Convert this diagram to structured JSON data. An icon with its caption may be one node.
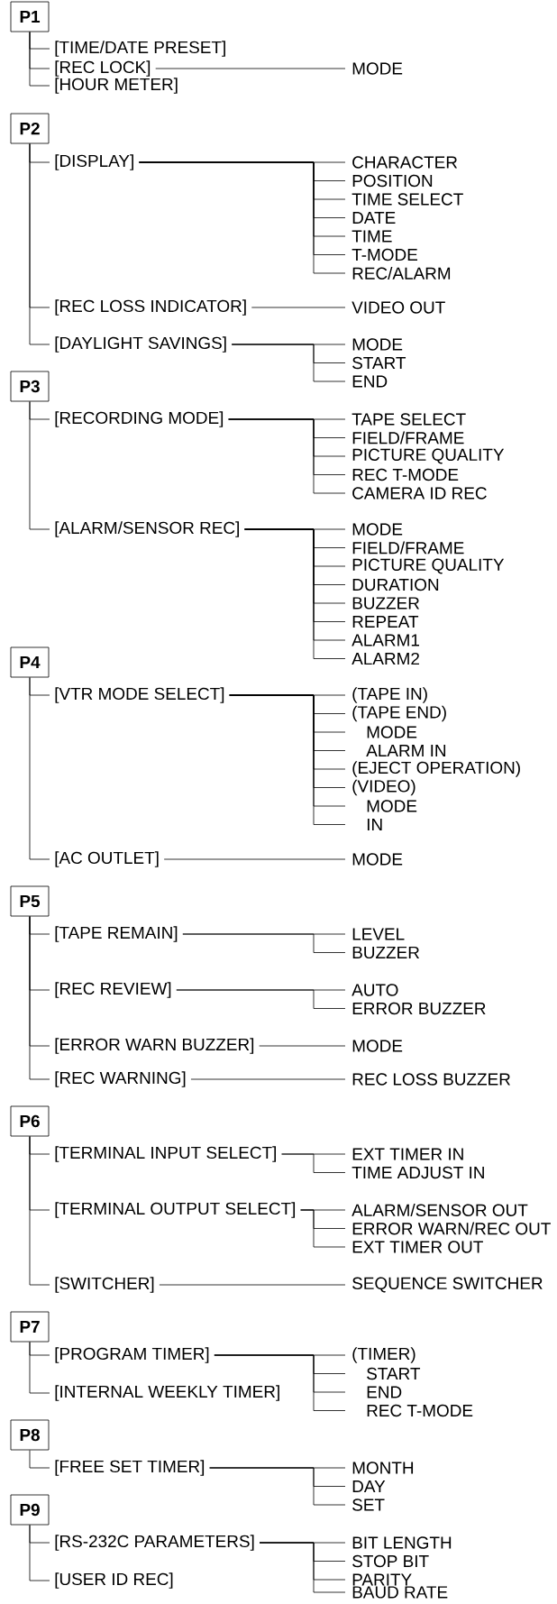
{
  "diagram": {
    "nodes": [
      {
        "text": [
          "P1"
        ]
      },
      {
        "text": [
          "[TIME/DATE PRESET]"
        ]
      },
      {
        "text": [
          "[REC LOCK]"
        ]
      },
      {
        "text": [
          "MODE"
        ]
      },
      {
        "text": [
          "[HOUR METER]"
        ]
      },
      {
        "text": [
          "P2"
        ]
      },
      {
        "text": [
          "[DISPLAY]"
        ]
      },
      {
        "text": [
          "CHARACTER"
        ]
      },
      {
        "text": [
          "POSITION"
        ]
      },
      {
        "text": [
          "TIME SELECT"
        ]
      },
      {
        "text": [
          "DATE"
        ]
      },
      {
        "text": [
          "TIME"
        ]
      },
      {
        "text": [
          "T-MODE"
        ]
      },
      {
        "text": [
          "REC/ALARM"
        ]
      },
      {
        "text": [
          "[REC LOSS INDICATOR]"
        ]
      },
      {
        "text": [
          "VIDEO OUT"
        ]
      },
      {
        "text": [
          "[DAYLIGHT SAVINGS]"
        ]
      },
      {
        "text": [
          "MODE"
        ]
      },
      {
        "text": [
          "START"
        ]
      },
      {
        "text": [
          "END"
        ]
      },
      {
        "text": [
          "P3"
        ]
      },
      {
        "text": [
          "[RECORDING MODE]"
        ]
      },
      {
        "text": [
          "TAPE SELECT"
        ]
      },
      {
        "text": [
          "FIELD/FRAME"
        ]
      },
      {
        "text": [
          "PICTURE QUALITY"
        ]
      },
      {
        "text": [
          "REC T-MODE"
        ]
      },
      {
        "text": [
          "CAMERA ID REC"
        ]
      },
      {
        "text": [
          "[ALARM/SENSOR REC]"
        ]
      },
      {
        "text": [
          "MODE"
        ]
      },
      {
        "text": [
          "FIELD/FRAME"
        ]
      },
      {
        "text": [
          "PICTURE QUALITY"
        ]
      },
      {
        "text": [
          "DURATION"
        ]
      },
      {
        "text": [
          "BUZZER"
        ]
      },
      {
        "text": [
          "REPEAT"
        ]
      },
      {
        "text": [
          "ALARM1"
        ]
      },
      {
        "text": [
          "ALARM2"
        ]
      },
      {
        "text": [
          "P4"
        ]
      },
      {
        "text": [
          "[VTR MODE SELECT]"
        ]
      },
      {
        "text": [
          "(TAPE IN)"
        ]
      },
      {
        "text": [
          "(TAPE END)"
        ]
      },
      {
        "text": [
          "MODE"
        ]
      },
      {
        "text": [
          "ALARM IN"
        ]
      },
      {
        "text": [
          "(EJECT OPERATION)"
        ]
      },
      {
        "text": [
          "(VIDEO)"
        ]
      },
      {
        "text": [
          "MODE"
        ]
      },
      {
        "text": [
          "IN"
        ]
      },
      {
        "text": [
          "[AC OUTLET]"
        ]
      },
      {
        "text": [
          "MODE"
        ]
      },
      {
        "text": [
          "P5"
        ]
      },
      {
        "text": [
          "[TAPE REMAIN]"
        ]
      },
      {
        "text": [
          "LEVEL"
        ]
      },
      {
        "text": [
          "BUZZER"
        ]
      },
      {
        "text": [
          "[REC REVIEW]"
        ]
      },
      {
        "text": [
          "AUTO"
        ]
      },
      {
        "text": [
          "ERROR BUZZER"
        ]
      },
      {
        "text": [
          "[ERROR WARN BUZZER]"
        ]
      },
      {
        "text": [
          "MODE"
        ]
      },
      {
        "text": [
          "[REC WARNING]"
        ]
      },
      {
        "text": [
          "REC LOSS BUZZER"
        ]
      },
      {
        "text": [
          "P6"
        ]
      },
      {
        "text": [
          "[TERMINAL INPUT SELECT]"
        ]
      },
      {
        "text": [
          "EXT TIMER IN"
        ]
      },
      {
        "text": [
          "TIME ADJUST IN"
        ]
      },
      {
        "text": [
          "[TERMINAL OUTPUT SELECT]"
        ]
      },
      {
        "text": [
          "ALARM/SENSOR OUT"
        ]
      },
      {
        "text": [
          "ERROR WARN/REC OUT"
        ]
      },
      {
        "text": [
          "EXT TIMER OUT"
        ]
      },
      {
        "text": [
          "[SWITCHER]"
        ]
      },
      {
        "text": [
          "SEQUENCE SWITCHER"
        ]
      },
      {
        "text": [
          "P7"
        ]
      },
      {
        "text": [
          "[PROGRAM TIMER]"
        ]
      },
      {
        "text": [
          "(TIMER)"
        ]
      },
      {
        "text": [
          "START"
        ]
      },
      {
        "text": [
          "END"
        ]
      },
      {
        "text": [
          "REC T-MODE"
        ]
      },
      {
        "text": [
          "[INTERNAL WEEKLY TIMER]"
        ]
      },
      {
        "text": [
          "P8"
        ]
      },
      {
        "text": [
          "[FREE SET TIMER]"
        ]
      },
      {
        "text": [
          "MONTH"
        ]
      },
      {
        "text": [
          "DAY"
        ]
      },
      {
        "text": [
          "SET"
        ]
      },
      {
        "text": [
          "P9"
        ]
      },
      {
        "text": [
          "[RS-232C PARAMETERS]"
        ]
      },
      {
        "text": [
          "BIT LENGTH"
        ]
      },
      {
        "text": [
          "STOP BIT"
        ]
      },
      {
        "text": [
          "PARITY"
        ]
      },
      {
        "text": [
          "BAUD RATE"
        ]
      },
      {
        "text": [
          "[USER ID REC]"
        ]
      }
    ],
    "edges": [
      {
        "from": 0,
        "to": 1,
        "arrow": "none"
      },
      {
        "from": 0,
        "to": 2,
        "arrow": "none"
      },
      {
        "from": 2,
        "to": 3,
        "arrow": "none"
      },
      {
        "from": 0,
        "to": 4,
        "arrow": "none"
      },
      {
        "from": 5,
        "to": 6,
        "arrow": "none"
      },
      {
        "from": 6,
        "to": 7,
        "arrow": "none"
      },
      {
        "from": 6,
        "to": 8,
        "arrow": "none"
      },
      {
        "from": 6,
        "to": 9,
        "arrow": "none"
      },
      {
        "from": 6,
        "to": 10,
        "arrow": "none"
      },
      {
        "from": 6,
        "to": 11,
        "arrow": "none"
      },
      {
        "from": 6,
        "to": 12,
        "arrow": "none"
      },
      {
        "from": 6,
        "to": 13,
        "arrow": "none"
      },
      {
        "from": 5,
        "to": 14,
        "arrow": "none"
      },
      {
        "from": 14,
        "to": 15,
        "arrow": "none"
      },
      {
        "from": 5,
        "to": 16,
        "arrow": "none"
      },
      {
        "from": 16,
        "to": 17,
        "arrow": "none"
      },
      {
        "from": 16,
        "to": 18,
        "arrow": "none"
      },
      {
        "from": 16,
        "to": 19,
        "arrow": "none"
      },
      {
        "from": 20,
        "to": 21,
        "arrow": "none"
      },
      {
        "from": 21,
        "to": 22,
        "arrow": "none"
      },
      {
        "from": 21,
        "to": 23,
        "arrow": "none"
      },
      {
        "from": 21,
        "to": 24,
        "arrow": "none"
      },
      {
        "from": 21,
        "to": 25,
        "arrow": "none"
      },
      {
        "from": 21,
        "to": 26,
        "arrow": "none"
      },
      {
        "from": 20,
        "to": 27,
        "arrow": "none"
      },
      {
        "from": 27,
        "to": 28,
        "arrow": "none"
      },
      {
        "from": 27,
        "to": 29,
        "arrow": "none"
      },
      {
        "from": 27,
        "to": 30,
        "arrow": "none"
      },
      {
        "from": 27,
        "to": 31,
        "arrow": "none"
      },
      {
        "from": 27,
        "to": 32,
        "arrow": "none"
      },
      {
        "from": 27,
        "to": 33,
        "arrow": "none"
      },
      {
        "from": 27,
        "to": 34,
        "arrow": "none"
      },
      {
        "from": 27,
        "to": 35,
        "arrow": "none"
      },
      {
        "from": 36,
        "to": 37,
        "arrow": "none"
      },
      {
        "from": 37,
        "to": 38,
        "arrow": "none"
      },
      {
        "from": 37,
        "to": 39,
        "arrow": "none"
      },
      {
        "from": 37,
        "to": 40,
        "arrow": "none"
      },
      {
        "from": 37,
        "to": 41,
        "arrow": "none"
      },
      {
        "from": 37,
        "to": 42,
        "arrow": "none"
      },
      {
        "from": 37,
        "to": 43,
        "arrow": "none"
      },
      {
        "from": 37,
        "to": 44,
        "arrow": "none"
      },
      {
        "from": 37,
        "to": 45,
        "arrow": "none"
      },
      {
        "from": 36,
        "to": 46,
        "arrow": "none"
      },
      {
        "from": 46,
        "to": 47,
        "arrow": "none"
      },
      {
        "from": 48,
        "to": 49,
        "arrow": "none"
      },
      {
        "from": 49,
        "to": 50,
        "arrow": "none"
      },
      {
        "from": 49,
        "to": 51,
        "arrow": "none"
      },
      {
        "from": 48,
        "to": 52,
        "arrow": "none"
      },
      {
        "from": 52,
        "to": 53,
        "arrow": "none"
      },
      {
        "from": 52,
        "to": 54,
        "arrow": "none"
      },
      {
        "from": 48,
        "to": 55,
        "arrow": "none"
      },
      {
        "from": 55,
        "to": 56,
        "arrow": "none"
      },
      {
        "from": 48,
        "to": 57,
        "arrow": "none"
      },
      {
        "from": 57,
        "to": 58,
        "arrow": "none"
      },
      {
        "from": 59,
        "to": 60,
        "arrow": "none"
      },
      {
        "from": 60,
        "to": 61,
        "arrow": "none"
      },
      {
        "from": 60,
        "to": 62,
        "arrow": "none"
      },
      {
        "from": 59,
        "to": 63,
        "arrow": "none"
      },
      {
        "from": 63,
        "to": 64,
        "arrow": "none"
      },
      {
        "from": 63,
        "to": 65,
        "arrow": "none"
      },
      {
        "from": 63,
        "to": 66,
        "arrow": "none"
      },
      {
        "from": 59,
        "to": 67,
        "arrow": "none"
      },
      {
        "from": 67,
        "to": 68,
        "arrow": "none"
      },
      {
        "from": 69,
        "to": 70,
        "arrow": "none"
      },
      {
        "from": 70,
        "to": 71,
        "arrow": "none"
      },
      {
        "from": 70,
        "to": 72,
        "arrow": "none"
      },
      {
        "from": 70,
        "to": 73,
        "arrow": "none"
      },
      {
        "from": 70,
        "to": 74,
        "arrow": "none"
      },
      {
        "from": 69,
        "to": 75,
        "arrow": "none"
      },
      {
        "from": 76,
        "to": 77,
        "arrow": "none"
      },
      {
        "from": 77,
        "to": 78,
        "arrow": "none"
      },
      {
        "from": 77,
        "to": 79,
        "arrow": "none"
      },
      {
        "from": 77,
        "to": 80,
        "arrow": "none"
      },
      {
        "from": 81,
        "to": 82,
        "arrow": "none"
      },
      {
        "from": 82,
        "to": 83,
        "arrow": "none"
      },
      {
        "from": 82,
        "to": 84,
        "arrow": "none"
      },
      {
        "from": 82,
        "to": 85,
        "arrow": "none"
      },
      {
        "from": 82,
        "to": 86,
        "arrow": "none"
      },
      {
        "from": 81,
        "to": 87,
        "arrow": "none"
      }
    ]
  }
}
